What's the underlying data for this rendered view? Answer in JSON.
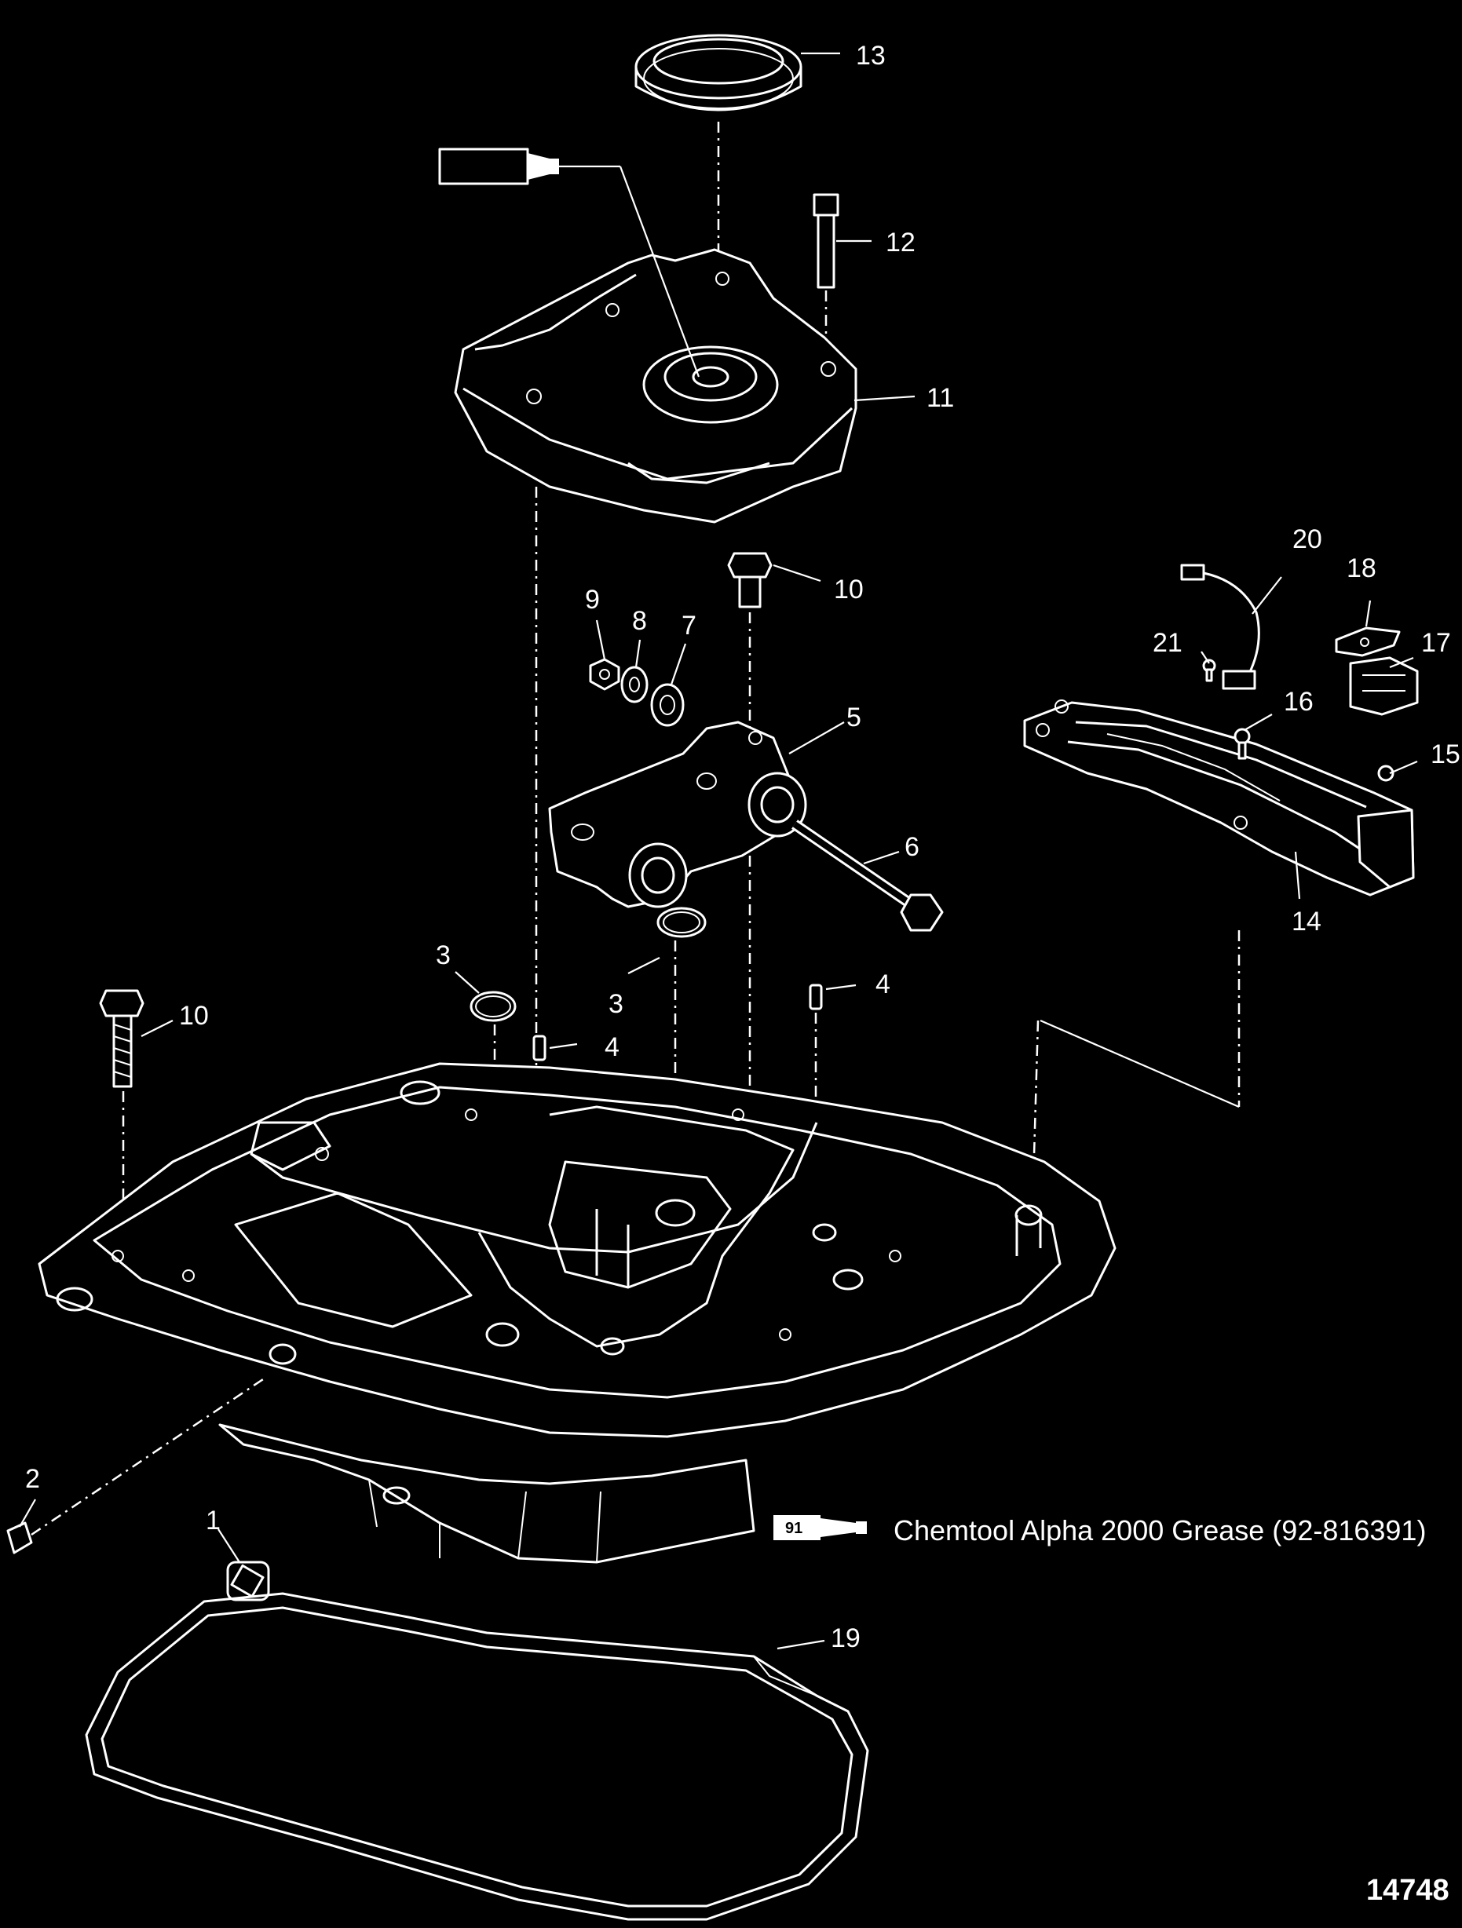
{
  "figure_number": "14748",
  "lubricant_legend": {
    "code": "91",
    "text": "Chemtool Alpha 2000 Grease (92-816391)"
  },
  "callouts": {
    "c1": "1",
    "c2": "2",
    "c3a": "3",
    "c3b": "3",
    "c4a": "4",
    "c4b": "4",
    "c5": "5",
    "c6": "6",
    "c7": "7",
    "c8": "8",
    "c9": "9",
    "c10a": "10",
    "c10b": "10",
    "c11": "11",
    "c12": "12",
    "c13": "13",
    "c14": "14",
    "c15": "15",
    "c16": "16",
    "c17": "17",
    "c18": "18",
    "c19": "19",
    "c20": "20",
    "c21": "21"
  },
  "tube_label": "91"
}
